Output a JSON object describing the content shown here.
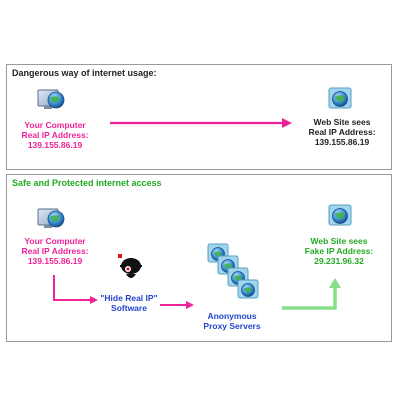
{
  "panels": {
    "dangerous": {
      "title": "Dangerous way of internet usage:",
      "computer_label": [
        "Your Computer",
        "Real IP Address:",
        "139.155.86.19"
      ],
      "website_label": [
        "Web Site sees",
        "Real IP Address:",
        "139.155.86.19"
      ]
    },
    "safe": {
      "title": "Safe and Protected internet access",
      "computer_label": [
        "Your Computer",
        "Real IP Address:",
        "139.155.86.19"
      ],
      "software_label": [
        "\"Hide Real IP\"",
        "Software"
      ],
      "proxies_label": [
        "Anonymous",
        "Proxy Servers"
      ],
      "website_label": [
        "Web Site sees",
        "Fake IP Address:",
        "29.231.96.32"
      ]
    }
  },
  "colors": {
    "pink": "#ee2299",
    "green": "#22aa22",
    "blue": "#2244cc",
    "arrow_green": "#88dd88"
  },
  "icons": {
    "computer": "computer-globe-icon",
    "website": "website-globe-icon",
    "software": "spy-software-icon",
    "proxy": "proxy-server-icon"
  }
}
